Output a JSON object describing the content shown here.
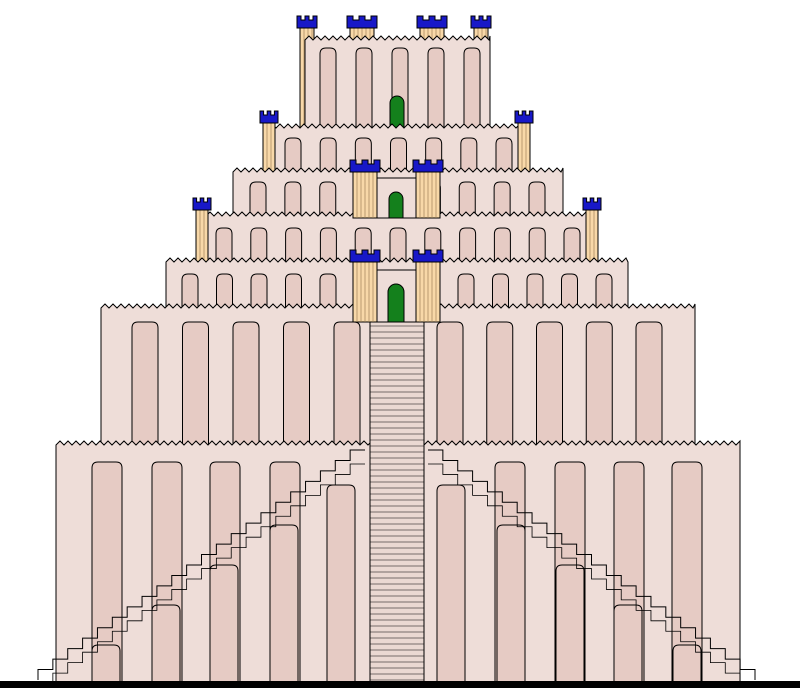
{
  "colors": {
    "background": "#ffffff",
    "wall": "#eeddd8",
    "panel": "#e6cbc4",
    "tower": "#f8d8a8",
    "crenel": "#1818c8",
    "door": "#14801c",
    "stair": "#ead8d2",
    "ground": "#000000",
    "outline": "#000000"
  },
  "structure": {
    "tiers": 7,
    "main_stair": true,
    "side_ramps": 2,
    "tower_pairs": 3,
    "doors": 3
  }
}
